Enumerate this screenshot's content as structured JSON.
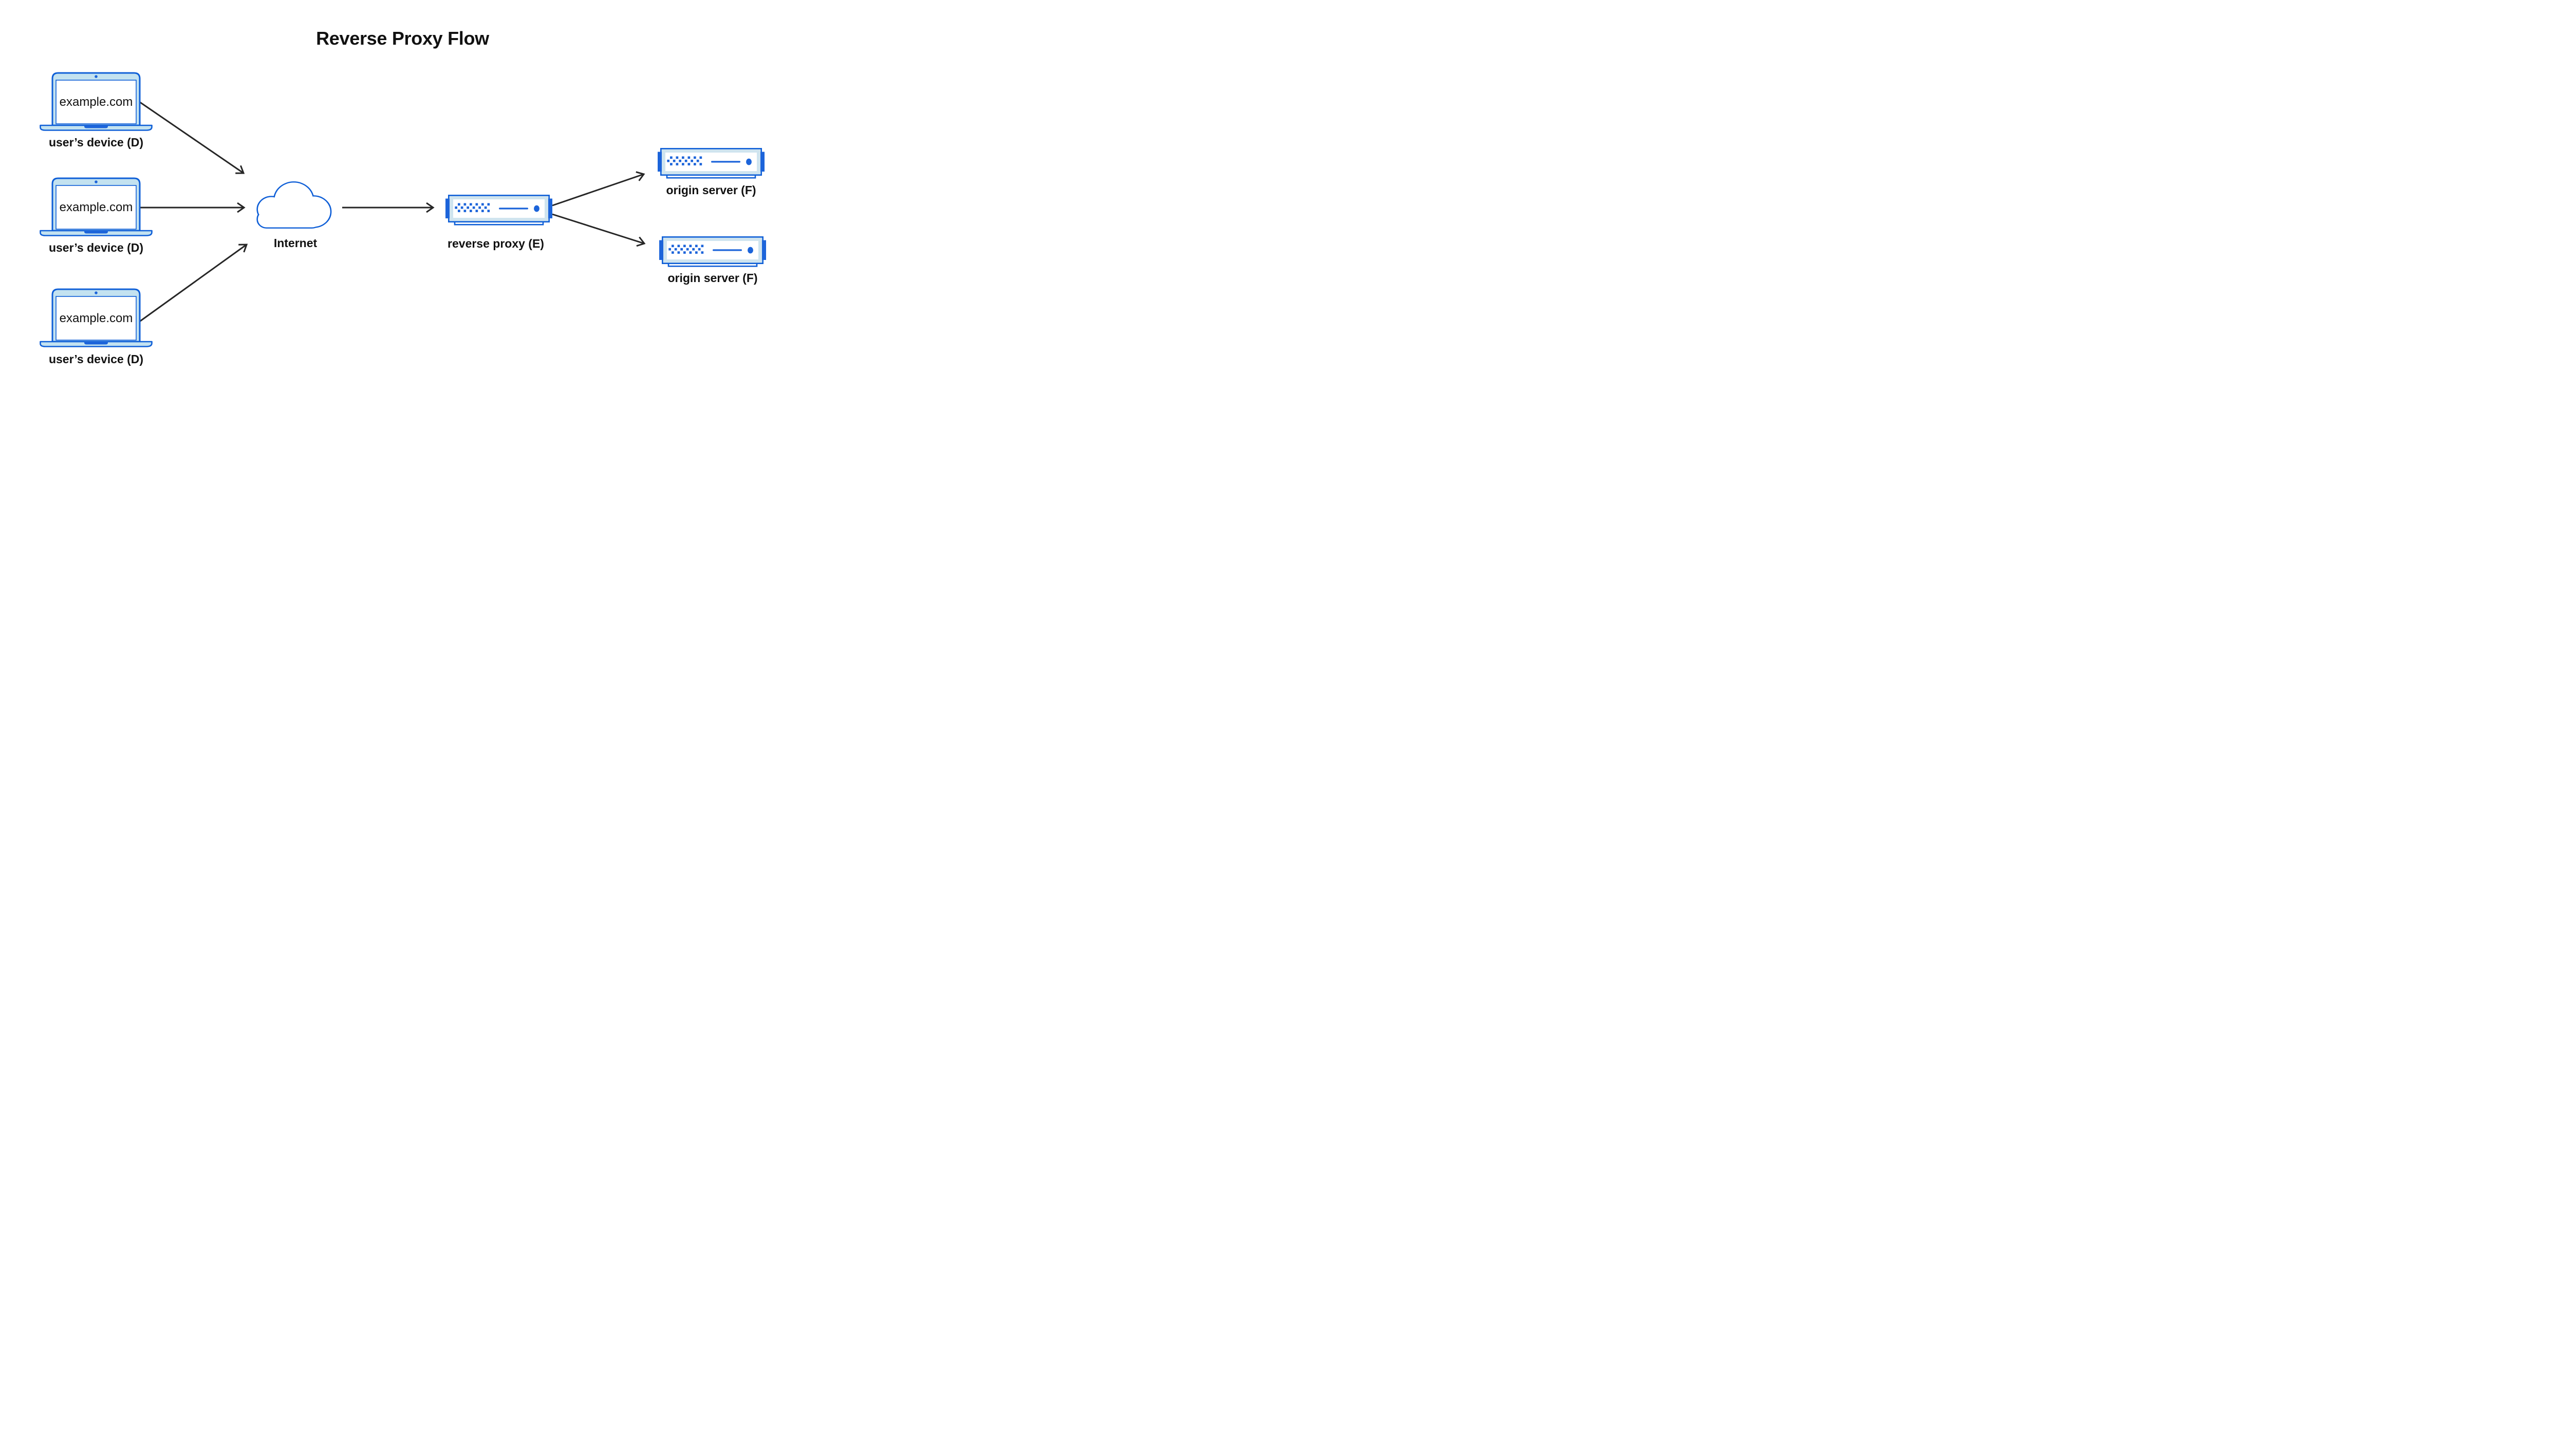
{
  "title": "Reverse Proxy Flow",
  "colors": {
    "stroke_blue": "#0f5fd7",
    "accent_blue": "#1c64da",
    "laptop_body": "#c3e2f0",
    "server_body": "#cfe4ef",
    "arrow": "#262626",
    "text": "#111111",
    "background": "#ffffff"
  },
  "nodes": {
    "devices": [
      {
        "screen_text": "example.com",
        "label": "user’s device (D)"
      },
      {
        "screen_text": "example.com",
        "label": "user’s device (D)"
      },
      {
        "screen_text": "example.com",
        "label": "user’s device (D)"
      }
    ],
    "internet": {
      "label": "Internet"
    },
    "reverse_proxy": {
      "label": "reverse proxy (E)"
    },
    "origin_servers": [
      {
        "label": "origin server (F)"
      },
      {
        "label": "origin server (F)"
      }
    ]
  },
  "edges": [
    {
      "from": "user's device (D) #1",
      "to": "Internet"
    },
    {
      "from": "user's device (D) #2",
      "to": "Internet"
    },
    {
      "from": "user's device (D) #3",
      "to": "Internet"
    },
    {
      "from": "Internet",
      "to": "reverse proxy (E)"
    },
    {
      "from": "reverse proxy (E)",
      "to": "origin server (F) #1"
    },
    {
      "from": "reverse proxy (E)",
      "to": "origin server (F) #2"
    }
  ]
}
